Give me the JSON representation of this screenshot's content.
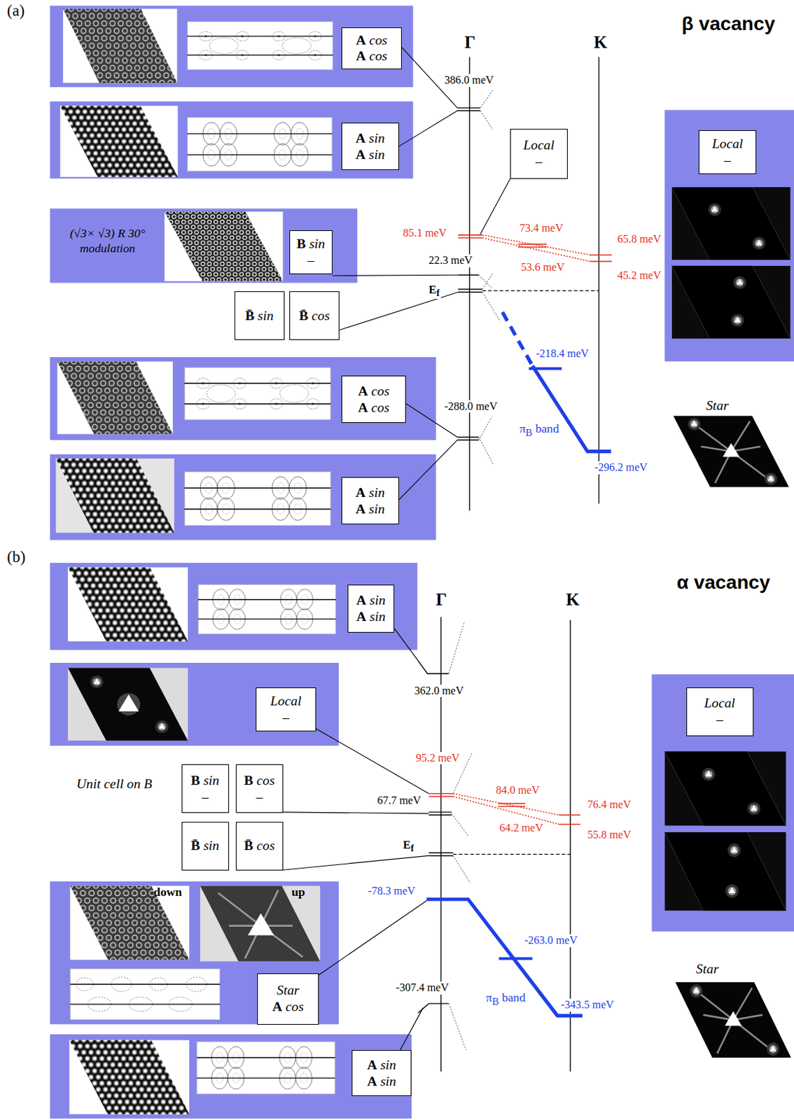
{
  "diagram": {
    "nodes": [
      {
        "text": []
      },
      {
        "text": [
          "A cos",
          "A cos"
        ],
        "in": 0
      },
      {
        "text": []
      },
      {
        "text": [
          "A sin",
          "A sin"
        ],
        "in": 2
      },
      {
        "text": [
          "Local",
          "–"
        ]
      },
      {
        "text": []
      },
      {
        "text": [
          "Local",
          "–"
        ],
        "in": 5
      },
      {
        "text": [
          "(√3× √3) R 30° modulation"
        ]
      },
      {
        "text": [
          "B sin",
          "–"
        ],
        "in": 7
      },
      {
        "text": [
          "B̄ sin"
        ]
      },
      {
        "text": [
          "B̄ cos"
        ]
      },
      {
        "text": []
      },
      {
        "text": [
          "A cos",
          "A cos"
        ],
        "in": 11
      },
      {
        "text": []
      },
      {
        "text": [
          "A sin",
          "A sin"
        ],
        "in": 13
      },
      {
        "text": []
      },
      {
        "text": [
          "A sin",
          "A sin"
        ],
        "in": 15
      },
      {
        "text": []
      },
      {
        "text": [
          "Local",
          "–"
        ],
        "in": 17
      },
      {
        "text": []
      },
      {
        "text": [
          "Local",
          "–"
        ],
        "in": 19
      },
      {
        "text": [
          "B sin",
          "–"
        ]
      },
      {
        "text": [
          "B cos",
          "–"
        ]
      },
      {
        "text": [
          "B̄ sin"
        ]
      },
      {
        "text": [
          "B̄ cos"
        ]
      },
      {
        "text": [
          "down",
          "up"
        ]
      },
      {
        "text": [
          "Star",
          "A cos"
        ],
        "in": 25
      },
      {
        "text": []
      },
      {
        "text": [
          "A sin",
          "A sin"
        ],
        "in": 27
      }
    ],
    "labels": [
      "(a)",
      "β vacancy",
      "Γ",
      "K",
      "386.0 meV",
      "85.1 meV",
      "73.4 meV",
      "65.8 meV",
      "53.6 meV",
      "45.2 meV",
      "22.3 meV",
      "Ef",
      "-218.4 meV",
      "πB band",
      "-296.2 meV",
      "-288.0 meV",
      "Star",
      "(b)",
      "α vacancy",
      "Γ",
      "K",
      "362.0 meV",
      "95.2 meV",
      "84.0 meV",
      "76.4 meV",
      "64.2 meV",
      "55.8 meV",
      "67.7 meV",
      "Unit cell on B",
      "Ef",
      "-78.3 meV",
      "-263.0 meV",
      "πB band",
      "-343.5 meV",
      "-307.4 meV",
      "Star"
    ]
  }
}
